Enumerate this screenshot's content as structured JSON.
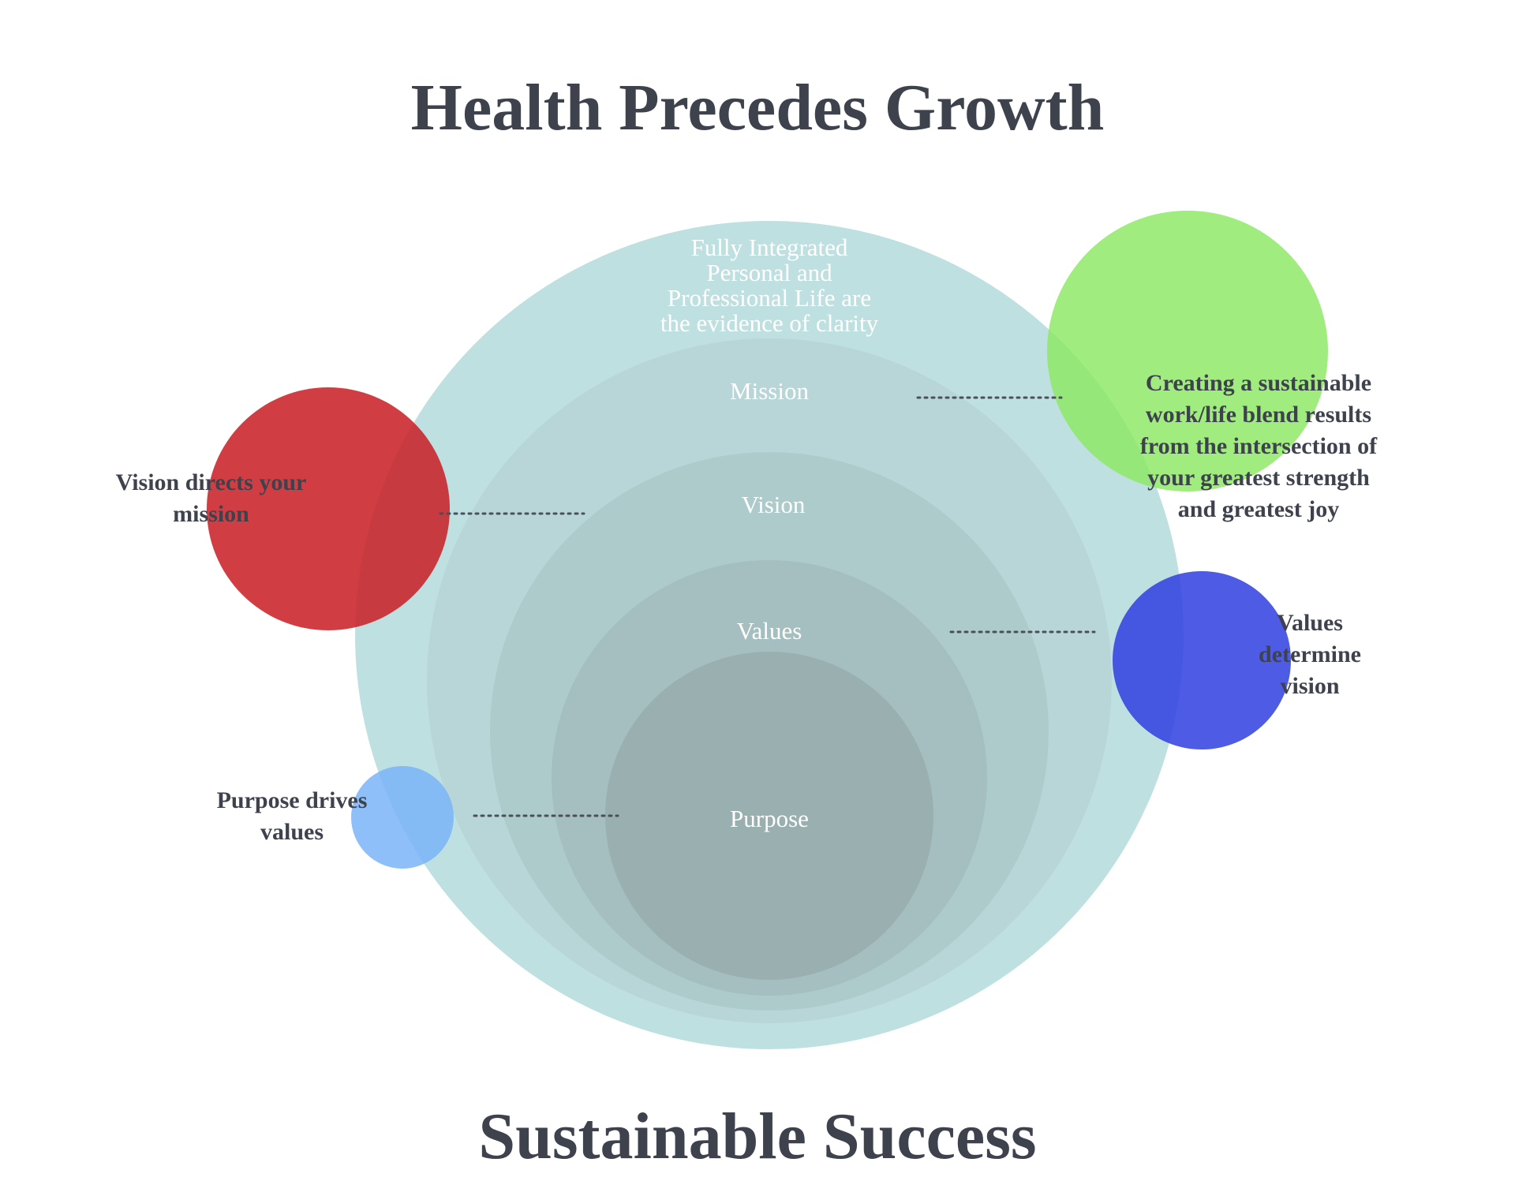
{
  "title": "Health Precedes Growth",
  "footer": "Sustainable Success",
  "rings": {
    "outer": "Fully Integrated\nPersonal and\nProfessional Life are\nthe evidence of clarity",
    "mission": "Mission",
    "vision": "Vision",
    "values": "Values",
    "purpose": "Purpose"
  },
  "callouts": {
    "mission": "Creating a sustainable\nwork/life blend results\nfrom the intersection of\nyour greatest strength\nand greatest joy",
    "vision": "Vision directs your\nmission",
    "values": "Values\ndetermine\nvision",
    "purpose": "Purpose drives\nvalues"
  },
  "colors": {
    "outer_ring": "#bfe0e1",
    "mission_ring": "#b8d6d7",
    "vision_ring": "#aecbcb",
    "values_ring": "#a5bebf",
    "purpose_ring": "#99afb0",
    "mission_bubble": "#8ee865",
    "vision_bubble": "#c81e24",
    "values_bubble": "#2f3ee0",
    "purpose_bubble": "#7ab4f7",
    "text_dark": "#3d424d",
    "dots": "#4a4f5a"
  }
}
